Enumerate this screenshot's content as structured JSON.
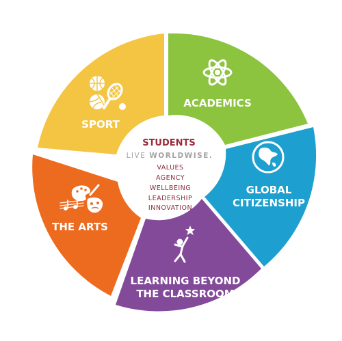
{
  "center": {
    "title": "STUDENTS",
    "tagline_live": "LIVE ",
    "tagline_worldwise": "WORLDWISE.",
    "items": [
      "VALUES",
      "AGENCY",
      "WELLBEING",
      "LEADERSHIP",
      "INNOVATION"
    ]
  },
  "segments": {
    "academics": {
      "label": "ACADEMICS",
      "color": "#8cc33f",
      "icon": "atom-icon"
    },
    "global": {
      "line1": "GLOBAL",
      "line2": "CITIZENSHIP",
      "color": "#1d9fcf",
      "icon": "globe-icon"
    },
    "learning": {
      "line1": "LEARNING BEYOND",
      "line2": "THE CLASSROOM",
      "color": "#844a9a",
      "icon": "reaching-person-icon"
    },
    "arts": {
      "label": "THE ARTS",
      "color": "#ed6b1f",
      "icon": "arts-icon"
    },
    "sport": {
      "label": "SPORT",
      "color": "#f4c543",
      "icon": "sport-balls-icon"
    }
  },
  "colors": {
    "title": "#9b2a3a",
    "tagline": "#a3a3a3",
    "items": "#8a2d3d"
  }
}
